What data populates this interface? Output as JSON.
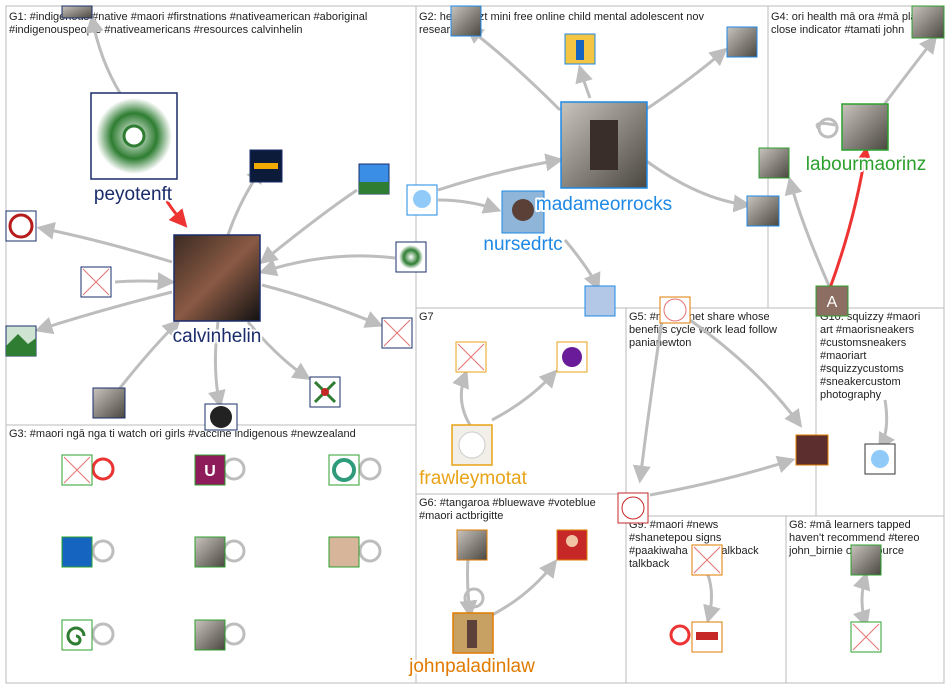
{
  "colors": {
    "navy": "#1a2c6b",
    "blue": "#1e88e5",
    "green": "#2ca02c",
    "orange": "#e8a317",
    "darkorange": "#e07b00",
    "edge": "#bdbdbd",
    "redEdge": "#ee3333",
    "groupBorder": "#bbbbbb"
  },
  "groups": [
    {
      "id": "G1",
      "lines": [
        "G1: #indigenous #native #maori #firstnations #nativeamerican #aboriginal",
        "#indigenouspeople #nativeamericans #resources calvinhelin"
      ]
    },
    {
      "id": "G2",
      "lines": [
        "G2: health nzt mini free online child mental adolescent nov",
        "research"
      ]
    },
    {
      "id": "G4",
      "lines": [
        "G4: ori health mā ora #mā plan",
        "close indicator #tamati john"
      ]
    },
    {
      "id": "G3",
      "lines": [
        "G3: #maori ngā nga ti watch ori girls #vaccine indigenous #newzealand"
      ]
    },
    {
      "id": "G7",
      "lines": [
        "G7"
      ]
    },
    {
      "id": "G5",
      "lines": [
        "G5: #mā planet share whose",
        "benefits cycle work lead follow",
        "panianewton"
      ]
    },
    {
      "id": "G10",
      "lines": [
        "G10: squizzy #maori",
        "art #maorisneakers",
        "#customsneakers",
        "#maoriart",
        "#squizzycustoms",
        "#sneakercustom",
        "photography"
      ]
    },
    {
      "id": "G6",
      "lines": [
        "G6: #tangaroa #bluewave #voteblue",
        "#maori actbrigitte"
      ]
    },
    {
      "id": "G9",
      "lines": [
        "G9: #maori #news",
        "#shanetepou signs",
        "#paakiwaha pou #talkback",
        "talkback"
      ]
    },
    {
      "id": "G8",
      "lines": [
        "G8: #mā learners tapped",
        "haven't recommend #tereo",
        "john_birnie ori resource"
      ]
    }
  ],
  "labels": {
    "peyotenft": "peyotenft",
    "calvinhelin": "calvinhelin",
    "madameorrocks": "madameorrocks",
    "nursedrtc": "nursedrtc",
    "labourmaorinz": "labourmaorinz",
    "frawleymotat": "frawleymotat",
    "johnpaladinlaw": "johnpaladinlaw"
  }
}
